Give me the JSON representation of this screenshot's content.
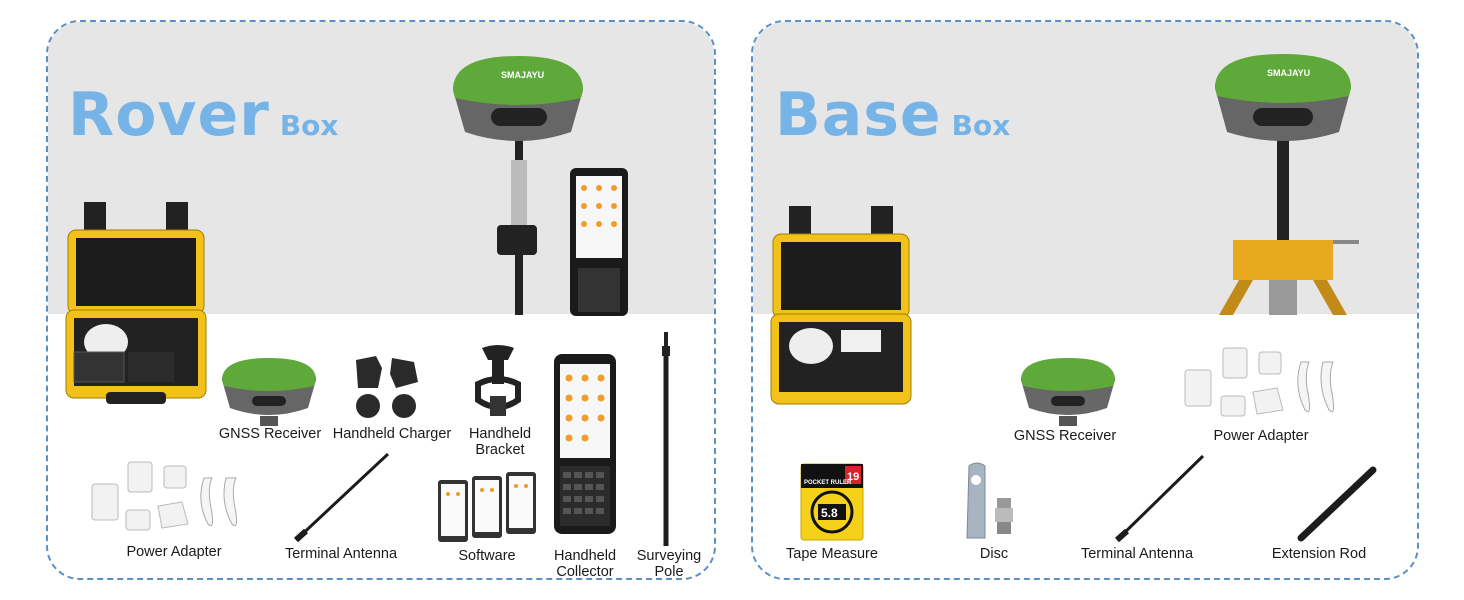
{
  "rover": {
    "title_main": "Rover",
    "title_sub": "Box",
    "items": {
      "gnss_receiver": "GNSS Receiver",
      "handheld_charger": "Handheld Charger",
      "handheld_bracket": "Handheld\nBracket",
      "power_adapter": "Power Adapter",
      "terminal_antenna": "Terminal Antenna",
      "software": "Software",
      "handheld_collector": "Handheld\nCollector",
      "surveying_pole": "Surveying\nPole"
    }
  },
  "base": {
    "title_main": "Base",
    "title_sub": "Box",
    "items": {
      "gnss_receiver": "GNSS Receiver",
      "power_adapter": "Power Adapter",
      "tape_measure": "Tape Measure",
      "disc": "Disc",
      "terminal_antenna": "Terminal Antenna",
      "extension_rod": "Extension Rod"
    }
  },
  "branding": {
    "logo_text": "SMAJAYU",
    "tape_number": "19",
    "tape_big": "5.8",
    "tape_brand": "POCKET RULER"
  },
  "colors": {
    "accent_blue": "#76b4e7",
    "border_blue": "#5a8fc7",
    "receiver_green": "#5fa83a",
    "case_yellow": "#f5c518"
  }
}
